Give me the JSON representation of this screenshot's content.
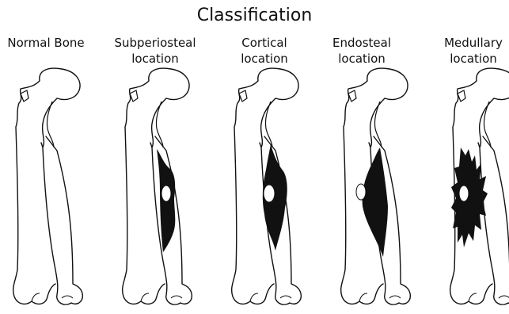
{
  "title": "Classification",
  "panels": [
    {
      "label": "Normal Bone",
      "lesion": "none"
    },
    {
      "label": "Subperiosteal\nlocation",
      "lesion": "subperiosteal"
    },
    {
      "label": "Cortical\nlocation",
      "lesion": "cortical"
    },
    {
      "label": "Endosteal\nlocation",
      "lesion": "endosteal"
    },
    {
      "label": "Medullary\nlocation",
      "lesion": "medullary"
    }
  ],
  "colors": {
    "outline": "#111111",
    "lesion_fill": "#111111",
    "background": "#ffffff"
  }
}
